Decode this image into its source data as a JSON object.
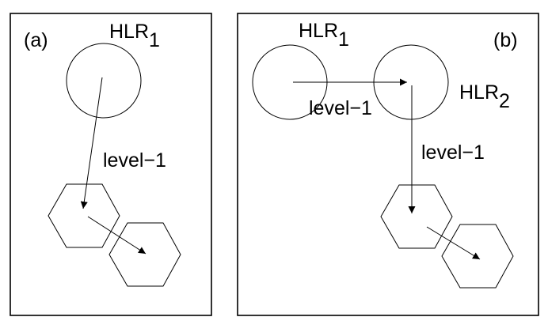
{
  "panels": {
    "a": {
      "panel_label": "(a)",
      "hlr_label": {
        "base": "HLR",
        "subscript": "1"
      },
      "edge_label": "level−1"
    },
    "b": {
      "panel_label": "(b)",
      "hlr1_label": {
        "base": "HLR",
        "subscript": "1"
      },
      "hlr2_label": {
        "base": "HLR",
        "subscript": "2"
      },
      "edge_label_horizontal": "level−1",
      "edge_label_vertical": "level−1"
    }
  },
  "colors": {
    "stroke": "#000000",
    "background": "#ffffff"
  }
}
